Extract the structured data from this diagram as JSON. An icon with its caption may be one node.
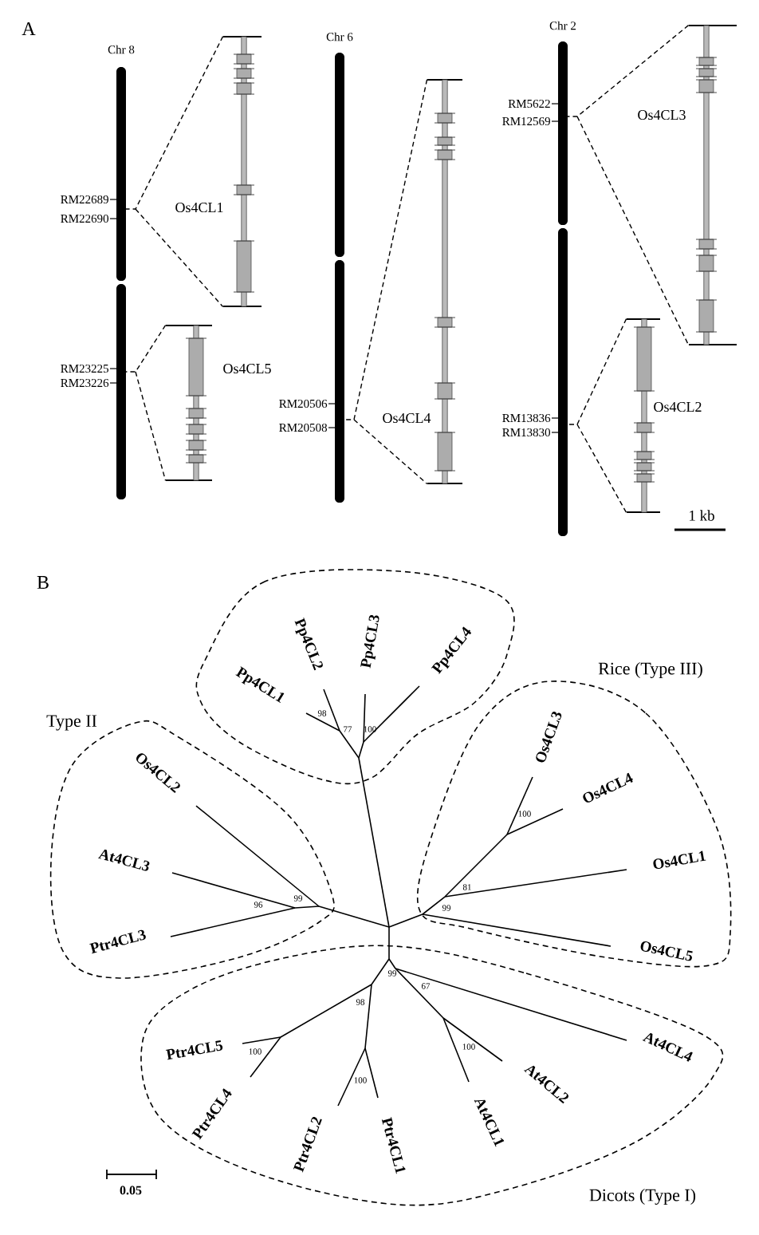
{
  "diagram": {
    "nodes": [
      {
        "text": [],
        "shape": "bar",
        "beside": [
          "Chr 8",
          "RM22689",
          "RM22690",
          "RM23225",
          "RM23226"
        ]
      },
      {
        "text": [
          "Os4CL1"
        ]
      },
      {
        "text": [
          "Os4CL5"
        ]
      },
      {
        "text": [],
        "shape": "bar",
        "beside": [
          "Chr 6",
          "RM20506",
          "RM20508"
        ]
      },
      {
        "text": [
          "Os4CL4"
        ]
      },
      {
        "text": [],
        "shape": "bar",
        "beside": [
          "Chr 2",
          "RM5622",
          "RM12569",
          "RM13836",
          "RM13830"
        ]
      },
      {
        "text": [
          "Os4CL3"
        ]
      },
      {
        "text": [
          "Os4CL2"
        ]
      }
    ],
    "edges": [
      {
        "from": 0,
        "to": 1,
        "arrow": "none",
        "style": "dashed"
      },
      {
        "from": 0,
        "to": 2,
        "arrow": "none",
        "style": "dashed"
      },
      {
        "from": 3,
        "to": 4,
        "arrow": "none",
        "style": "dashed"
      },
      {
        "from": 5,
        "to": 6,
        "arrow": "none",
        "style": "dashed"
      },
      {
        "from": 5,
        "to": 7,
        "arrow": "none",
        "style": "dashed"
      }
    ],
    "labels": [
      "A",
      "1 kb",
      "B",
      "Pp4CL1",
      "Pp4CL2",
      "Pp4CL3",
      "Pp4CL4",
      "Type II",
      "Rice (Type III)",
      "Os4CL2",
      "At4CL3",
      "Ptr4CL3",
      "Os4CL3",
      "Os4CL4",
      "Os4CL1",
      "Os4CL5",
      "Ptr4CL5",
      "Ptr4CL4",
      "Ptr4CL2",
      "Ptr4CL1",
      "At4CL1",
      "At4CL2",
      "At4CL4",
      "Dicots (Type I)",
      "0.05",
      "98",
      "77",
      "100",
      "99",
      "96",
      "100",
      "81",
      "99",
      "99",
      "67",
      "98",
      "100",
      "100",
      "100"
    ]
  }
}
